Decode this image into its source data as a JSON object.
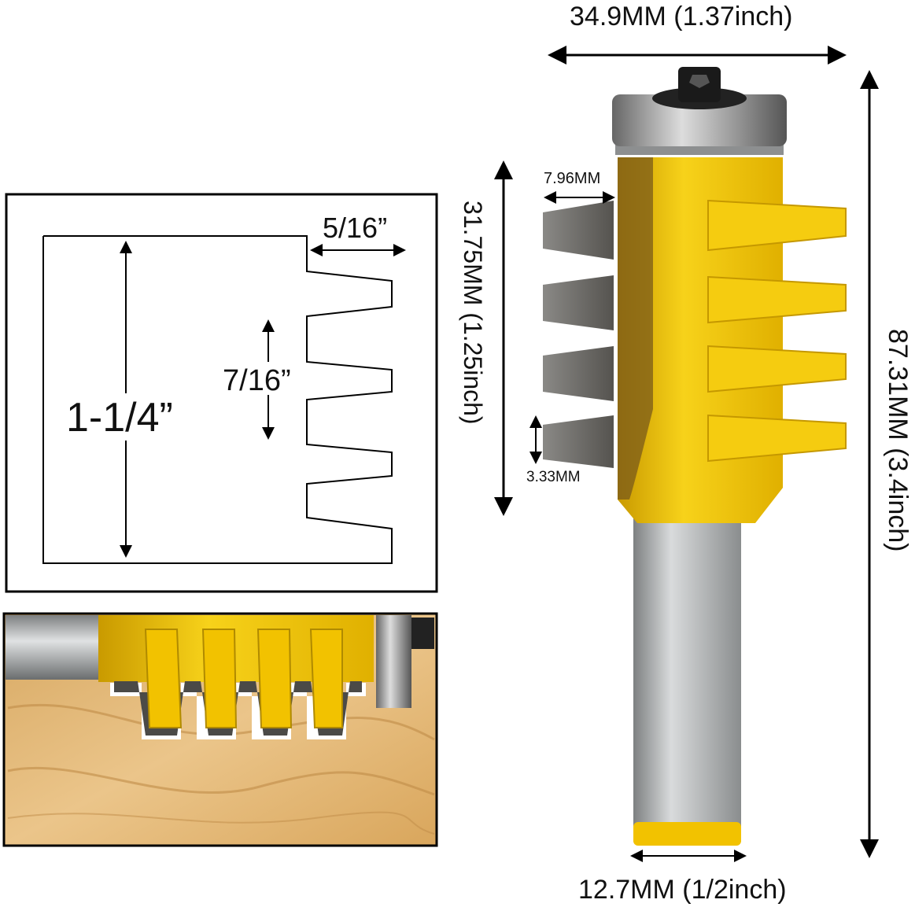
{
  "profile_diagram": {
    "tenon_depth_label": "5/16”",
    "finger_pitch_label": "7/16”",
    "total_height_label": "1-1/4”"
  },
  "bit_dimensions": {
    "overall_diameter_label": "34.9MM (1.37inch)",
    "cutting_height_label": "31.75MM (1.25inch)",
    "overall_length_label": "87.31MM (3.4inch)",
    "shank_diameter_label": "12.7MM (1/2inch)",
    "finger_depth_label": "7.96MM",
    "finger_thickness_label": "3.33MM"
  },
  "colors": {
    "body_yellow": "#f2c200",
    "carbide_grey": "#6e6e6a",
    "shank_grey": "#b5b7b8",
    "wood": "#e0b576"
  }
}
